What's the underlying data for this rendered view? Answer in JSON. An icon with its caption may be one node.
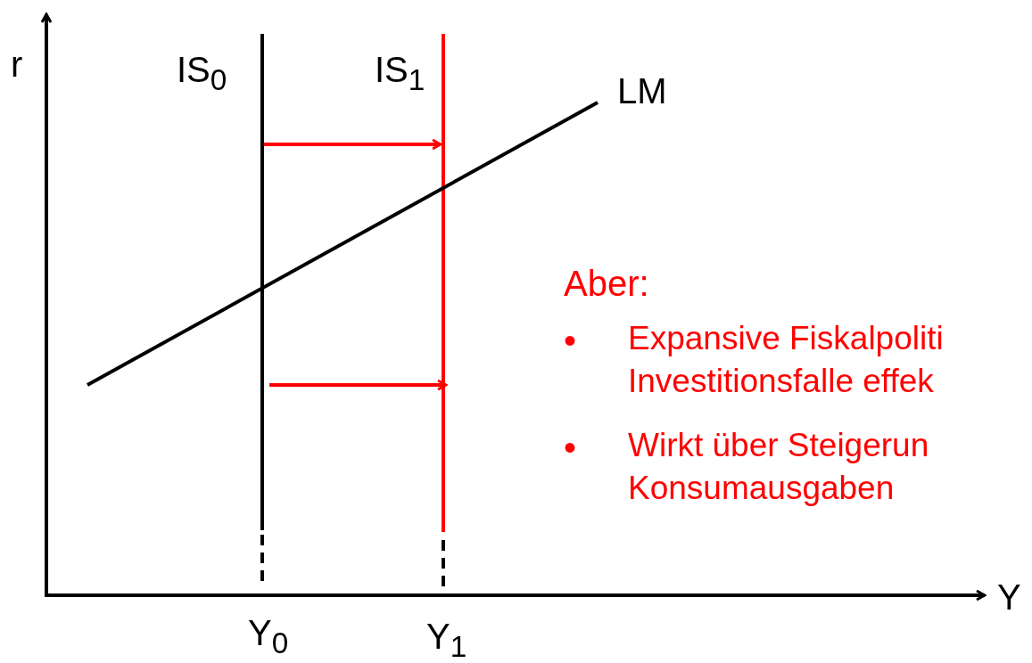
{
  "diagram": {
    "labels": [
      "r",
      "IS$_{0}$",
      "IS$_{1}$",
      "LM",
      "Aber:",
      "•",
      "Expansive Fiskalpoliti Investitionsfalle effek",
      "•",
      "Wirkt über Steigerun Konsumausgaben",
      "Y",
      "Y$_{0}$",
      "Y$_{1}$"
    ]
  }
}
